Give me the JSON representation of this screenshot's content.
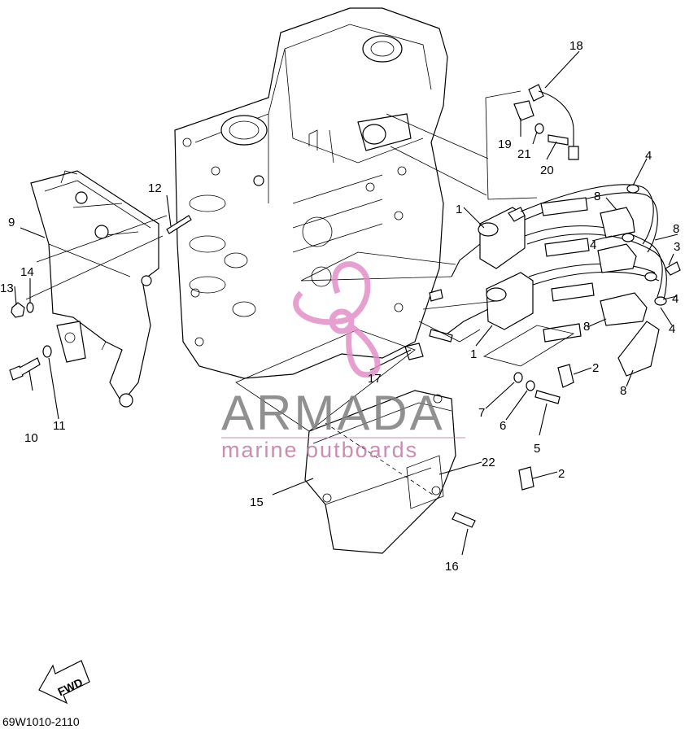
{
  "callouts": {
    "c1a": "1",
    "c1b": "1",
    "c2a": "2",
    "c2b": "2",
    "c3": "3",
    "c4a": "4",
    "c4b": "4",
    "c4c": "4",
    "c4d": "4",
    "c5": "5",
    "c6": "6",
    "c7": "7",
    "c8a": "8",
    "c8b": "8",
    "c8c": "8",
    "c8d": "8",
    "c9": "9",
    "c10": "10",
    "c11": "11",
    "c12": "12",
    "c13": "13",
    "c14": "14",
    "c15": "15",
    "c16": "16",
    "c17": "17",
    "c18": "18",
    "c19": "19",
    "c20": "20",
    "c21": "21",
    "c22": "22"
  },
  "watermark": {
    "brand": "ARMADA",
    "tagline": "marine outboards"
  },
  "fwd_label": "FWD",
  "diagram_code": "69W1010-2110"
}
